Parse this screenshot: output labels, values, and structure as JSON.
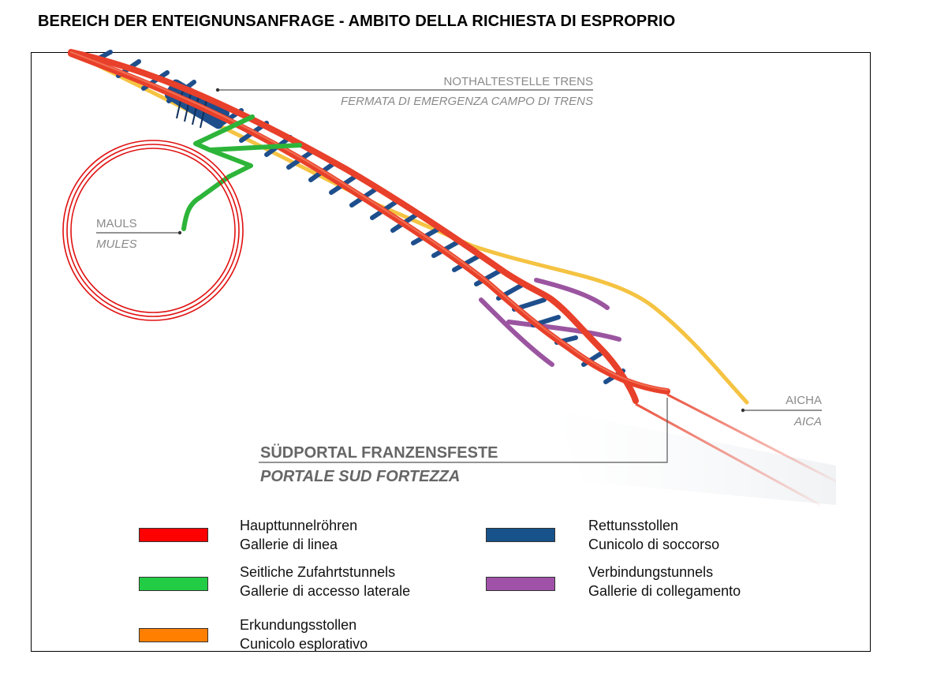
{
  "title": "BEREICH DER ENTEIGNUNSANFRAGE - AMBITO DELLA RICHIESTA DI ESPROPRIO",
  "labels": {
    "trens_de": "NOTHALTESTELLE TRENS",
    "trens_it": "FERMATA DI EMERGENZA CAMPO DI TRENS",
    "mauls_de": "MAULS",
    "mauls_it": "MULES",
    "aicha_de": "AICHA",
    "aicha_it": "AICA",
    "portal_de": "SÜDPORTAL FRANZENSFESTE",
    "portal_it": "PORTALE SUD FORTEZZA"
  },
  "colors": {
    "main_tunnel": "#e8402a",
    "access_tunnel": "#2db53a",
    "exploratory": "#f5c342",
    "rescue": "#1e4e8c",
    "connection": "#9b55a0",
    "highlight_circle": "#e01010"
  },
  "legend": [
    {
      "color": "#ff0000",
      "de": "Haupttunnelröhren",
      "it": "Gallerie di linea"
    },
    {
      "color": "#22cc44",
      "de": "Seitliche Zufahrtstunnels",
      "it": "Gallerie di accesso laterale"
    },
    {
      "color": "#ff7f00",
      "de": "Erkundungsstollen",
      "it": "Cunicolo esplorativo"
    },
    {
      "color": "#17528a",
      "de": "Rettunsstollen",
      "it": "Cunicolo di soccorso"
    },
    {
      "color": "#a052a8",
      "de": "Verbindungstunnels",
      "it": "Gallerie di collegamento"
    }
  ]
}
